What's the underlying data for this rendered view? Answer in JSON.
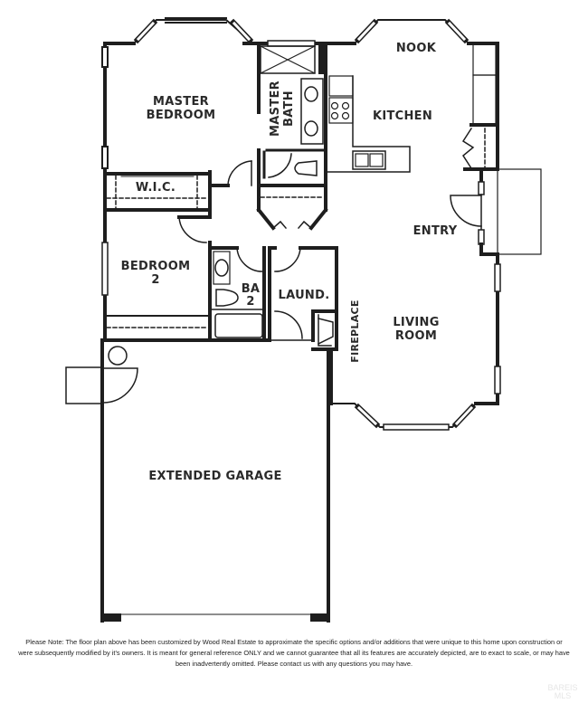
{
  "rooms": {
    "master_bedroom": [
      "MASTER",
      "BEDROOM"
    ],
    "master_bath": [
      "MASTER",
      "BATH"
    ],
    "nook": "NOOK",
    "kitchen": "KITCHEN",
    "wic": "W.I.C.",
    "entry": "ENTRY",
    "bedroom2": [
      "BEDROOM",
      "2"
    ],
    "ba2": [
      "BA",
      "2"
    ],
    "laundry": "LAUND.",
    "fireplace": "FIREPLACE",
    "living_room": [
      "LIVING",
      "ROOM"
    ],
    "garage": "EXTENDED GARAGE"
  },
  "disclaimer": "Please Note: The floor plan above has been customized by Wood Real Estate to approximate the specific options and/or additions that were unique to this home upon construction or were subsequently modified by it's owners. It is meant for general reference ONLY and we cannot guarantee that all its features are accurately depicted, are to exact to scale, or may have been inadvertently omitted. Please contact us with any questions you may have.",
  "watermark": [
    "BAREIS",
    "MLS"
  ],
  "colors": {
    "wall": "#1e1e1e",
    "background": "#ffffff"
  }
}
